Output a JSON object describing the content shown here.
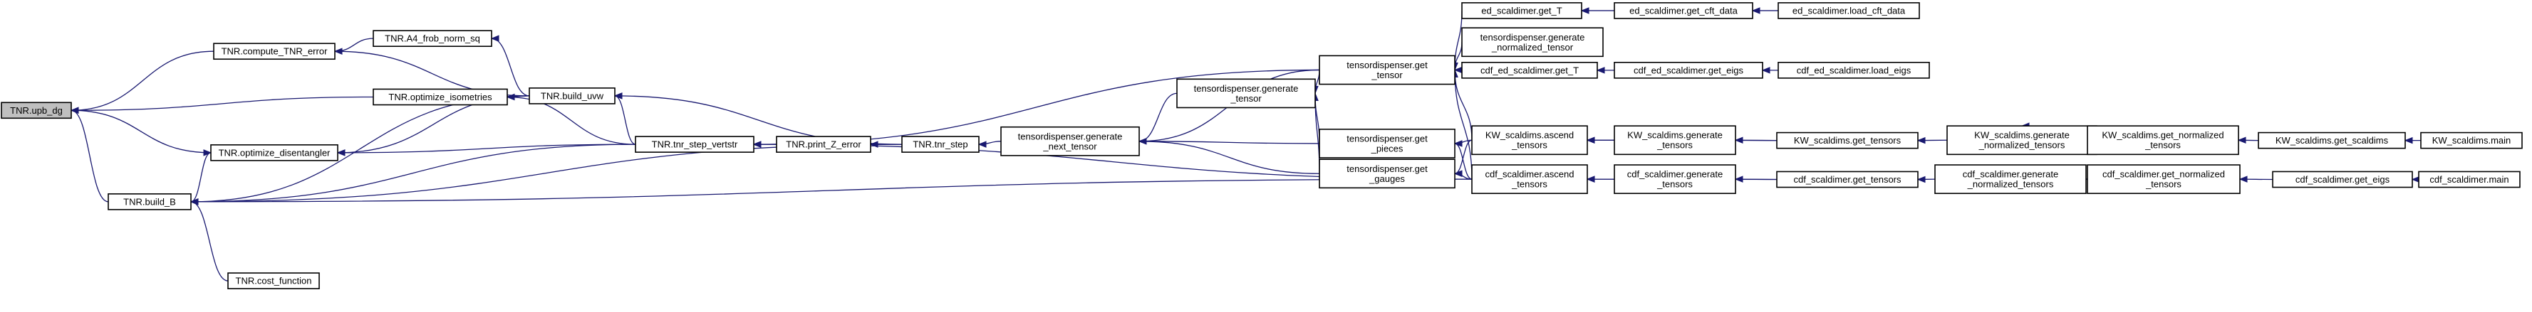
{
  "diagram": {
    "type": "call-graph",
    "nodes": [
      {
        "id": "n0",
        "label": [
          "TNR.upb_dg"
        ],
        "root": true
      },
      {
        "id": "n1",
        "label": [
          "TNR.compute_TNR_error"
        ]
      },
      {
        "id": "n2",
        "label": [
          "TNR.A4_frob_norm_sq"
        ]
      },
      {
        "id": "n3",
        "label": [
          "TNR.optimize_isometries"
        ]
      },
      {
        "id": "n4",
        "label": [
          "TNR.optimize_disentangler"
        ]
      },
      {
        "id": "n5",
        "label": [
          "TNR.build_B"
        ]
      },
      {
        "id": "n6",
        "label": [
          "TNR.cost_function"
        ]
      },
      {
        "id": "n7",
        "label": [
          "TNR.build_uvw"
        ]
      },
      {
        "id": "n8",
        "label": [
          "TNR.tnr_step_vertstr"
        ]
      },
      {
        "id": "n9",
        "label": [
          "TNR.print_Z_error"
        ]
      },
      {
        "id": "n10",
        "label": [
          "TNR.tnr_step"
        ]
      },
      {
        "id": "n11",
        "label": [
          "tensordispenser.generate",
          "_next_tensor"
        ]
      },
      {
        "id": "n12",
        "label": [
          "tensordispenser.generate",
          "_tensor"
        ]
      },
      {
        "id": "n13",
        "label": [
          "tensordispenser.get",
          "_tensor"
        ]
      },
      {
        "id": "n14",
        "label": [
          "tensordispenser.get",
          "_pieces"
        ]
      },
      {
        "id": "n15",
        "label": [
          "tensordispenser.get",
          "_gauges"
        ]
      },
      {
        "id": "n16",
        "label": [
          "ed_scaldimer.get_T"
        ]
      },
      {
        "id": "n17",
        "label": [
          "tensordispenser.generate",
          "_normalized_tensor"
        ]
      },
      {
        "id": "n18",
        "label": [
          "cdf_ed_scaldimer.get_T"
        ]
      },
      {
        "id": "n19",
        "label": [
          "KW_scaldims.ascend",
          "_tensors"
        ]
      },
      {
        "id": "n20",
        "label": [
          "cdf_scaldimer.ascend",
          "_tensors"
        ]
      },
      {
        "id": "n21",
        "label": [
          "ed_scaldimer.get_cft_data"
        ]
      },
      {
        "id": "n22",
        "label": [
          "ed_scaldimer.load_cft_data"
        ]
      },
      {
        "id": "n23",
        "label": [
          "cdf_ed_scaldimer.get_eigs"
        ]
      },
      {
        "id": "n24",
        "label": [
          "cdf_ed_scaldimer.load_eigs"
        ]
      },
      {
        "id": "n25",
        "label": [
          "KW_scaldims.generate",
          "_tensors"
        ]
      },
      {
        "id": "n26",
        "label": [
          "KW_scaldims.get_tensors"
        ]
      },
      {
        "id": "n27",
        "label": [
          "KW_scaldims.generate",
          "_normalized_tensors"
        ]
      },
      {
        "id": "n28",
        "label": [
          "KW_scaldims.get_normalized",
          "_tensors"
        ]
      },
      {
        "id": "n29",
        "label": [
          "KW_scaldims.get_scaldims"
        ]
      },
      {
        "id": "n30",
        "label": [
          "KW_scaldims.main"
        ]
      },
      {
        "id": "n31",
        "label": [
          "cdf_scaldimer.generate",
          "_tensors"
        ]
      },
      {
        "id": "n32",
        "label": [
          "cdf_scaldimer.get_tensors"
        ]
      },
      {
        "id": "n33",
        "label": [
          "cdf_scaldimer.generate",
          "_normalized_tensors"
        ]
      },
      {
        "id": "n34",
        "label": [
          "cdf_scaldimer.get_normalized",
          "_tensors"
        ]
      },
      {
        "id": "n35",
        "label": [
          "cdf_scaldimer.get_eigs"
        ]
      },
      {
        "id": "n36",
        "label": [
          "cdf_scaldimer.main"
        ]
      }
    ],
    "edges": [
      {
        "from": "n1",
        "to": "n0"
      },
      {
        "from": "n3",
        "to": "n0"
      },
      {
        "from": "n4",
        "to": "n0"
      },
      {
        "from": "n5",
        "to": "n0"
      },
      {
        "from": "n2",
        "to": "n1"
      },
      {
        "from": "n7",
        "to": "n1"
      },
      {
        "from": "n7",
        "to": "n2"
      },
      {
        "from": "n7",
        "to": "n3"
      },
      {
        "from": "n7",
        "to": "n4"
      },
      {
        "from": "n8",
        "to": "n3"
      },
      {
        "from": "n8",
        "to": "n4"
      },
      {
        "from": "n5",
        "to": "n4"
      },
      {
        "from": "n6",
        "to": "n5"
      },
      {
        "from": "n7",
        "to": "n5"
      },
      {
        "from": "n8",
        "to": "n5"
      },
      {
        "from": "n10",
        "to": "n5"
      },
      {
        "from": "n20",
        "to": "n5"
      },
      {
        "from": "n8",
        "to": "n7"
      },
      {
        "from": "n10",
        "to": "n7"
      },
      {
        "from": "n9",
        "to": "n8"
      },
      {
        "from": "n10",
        "to": "n8"
      },
      {
        "from": "n13",
        "to": "n8"
      },
      {
        "from": "n20",
        "to": "n8"
      },
      {
        "from": "n10",
        "to": "n9"
      },
      {
        "from": "n11",
        "to": "n10"
      },
      {
        "from": "n12",
        "to": "n11"
      },
      {
        "from": "n13",
        "to": "n11"
      },
      {
        "from": "n14",
        "to": "n11"
      },
      {
        "from": "n15",
        "to": "n11"
      },
      {
        "from": "n13",
        "to": "n12"
      },
      {
        "from": "n14",
        "to": "n12"
      },
      {
        "from": "n15",
        "to": "n12"
      },
      {
        "from": "n16",
        "to": "n13"
      },
      {
        "from": "n17",
        "to": "n13"
      },
      {
        "from": "n18",
        "to": "n13"
      },
      {
        "from": "n19",
        "to": "n13"
      },
      {
        "from": "n20",
        "to": "n13"
      },
      {
        "from": "n19",
        "to": "n14"
      },
      {
        "from": "n20",
        "to": "n14"
      },
      {
        "from": "n19",
        "to": "n15"
      },
      {
        "from": "n20",
        "to": "n15"
      },
      {
        "from": "n21",
        "to": "n16"
      },
      {
        "from": "n22",
        "to": "n21"
      },
      {
        "from": "n23",
        "to": "n18"
      },
      {
        "from": "n24",
        "to": "n23"
      },
      {
        "from": "n25",
        "to": "n19"
      },
      {
        "from": "n26",
        "to": "n25"
      },
      {
        "from": "n26",
        "to": "n19"
      },
      {
        "from": "n27",
        "to": "n26"
      },
      {
        "from": "n28",
        "to": "n27"
      },
      {
        "from": "n29",
        "to": "n28"
      },
      {
        "from": "n30",
        "to": "n29"
      },
      {
        "from": "n31",
        "to": "n20"
      },
      {
        "from": "n32",
        "to": "n31"
      },
      {
        "from": "n32",
        "to": "n20"
      },
      {
        "from": "n33",
        "to": "n32"
      },
      {
        "from": "n34",
        "to": "n33"
      },
      {
        "from": "n35",
        "to": "n34"
      },
      {
        "from": "n36",
        "to": "n35"
      }
    ]
  }
}
